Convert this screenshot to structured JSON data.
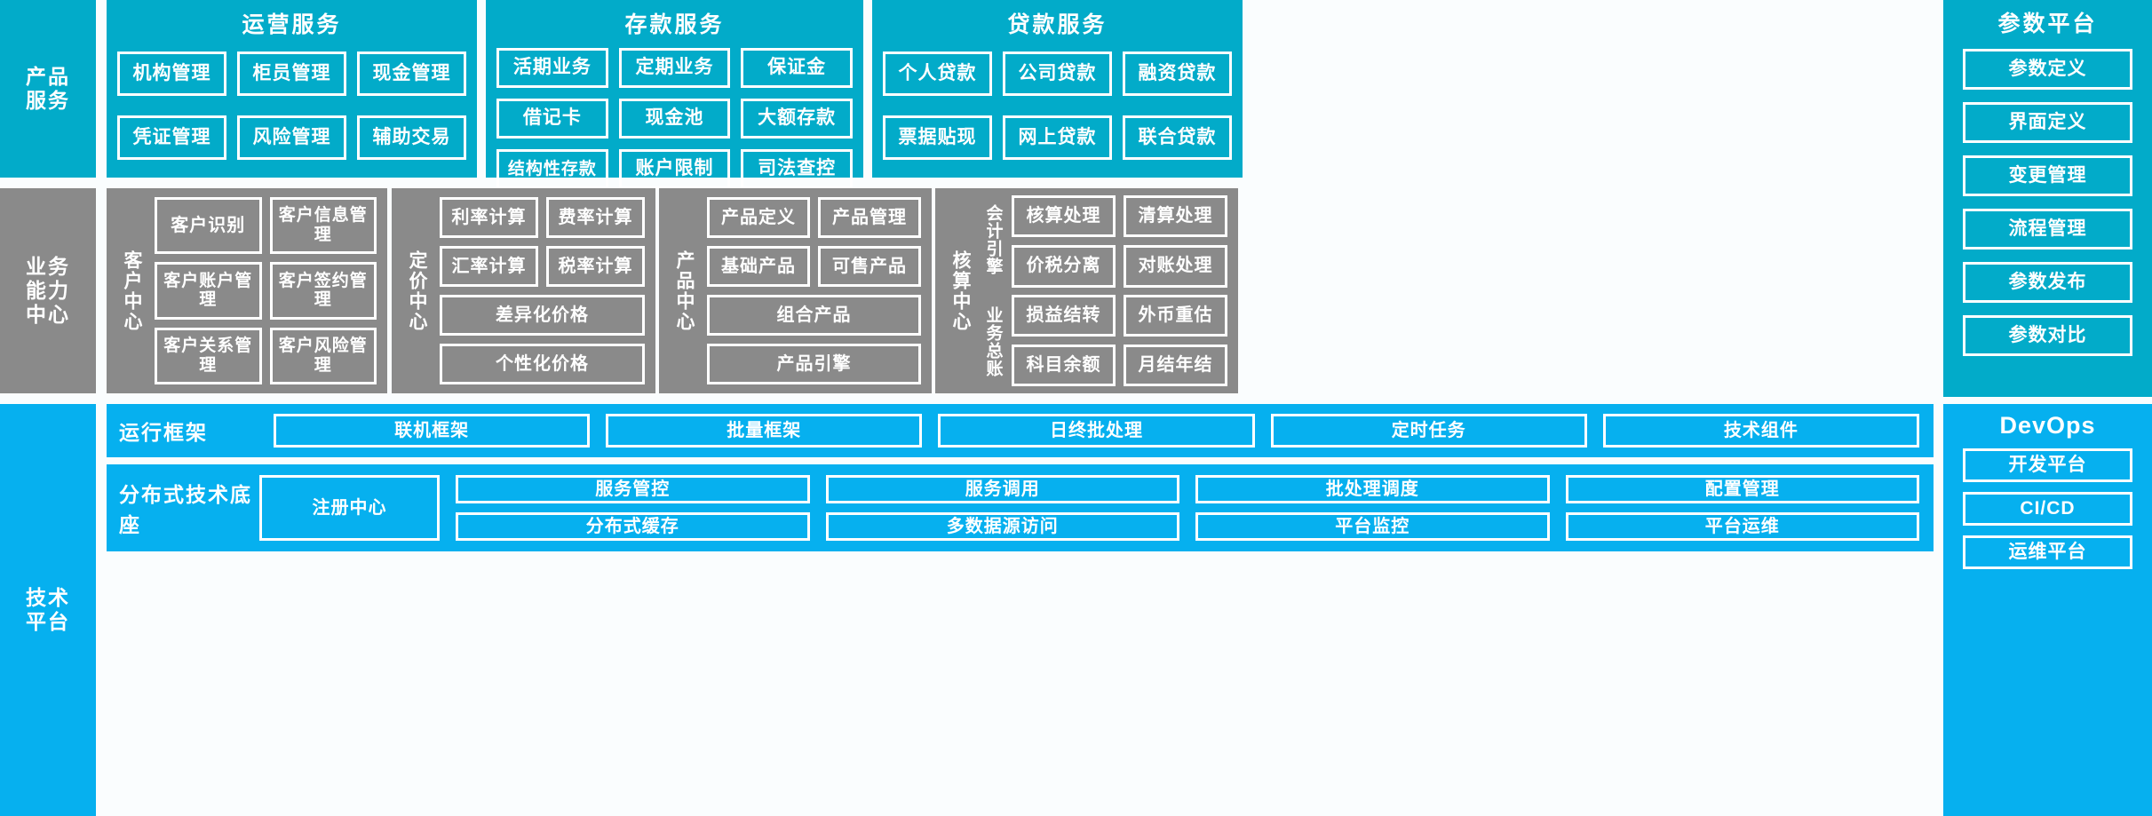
{
  "colors": {
    "teal": "#02abc9",
    "gray": "#8a8a8a",
    "bright_blue": "#06b0ef",
    "tile_border": "#ffffff",
    "text": "#ffffff",
    "page_background": "#fafdfe"
  },
  "rows": {
    "product_services": {
      "side_label_lines": [
        "产品",
        "服务"
      ],
      "panels": [
        {
          "title": "运营服务",
          "tiles": [
            "机构管理",
            "柜员管理",
            "现金管理",
            "凭证管理",
            "风险管理",
            "辅助交易"
          ]
        },
        {
          "title": "存款服务",
          "tiles": [
            "活期业务",
            "定期业务",
            "保证金",
            "借记卡",
            "现金池",
            "大额存款",
            "结构性存款",
            "账户限制",
            "司法查控"
          ]
        },
        {
          "title": "贷款服务",
          "tiles": [
            "个人贷款",
            "公司贷款",
            "融资贷款",
            "票据贴现",
            "网上贷款",
            "联合贷款"
          ]
        }
      ],
      "param_platform": {
        "title": "参数平台",
        "tiles": [
          "参数定义",
          "界面定义",
          "变更管理",
          "流程管理",
          "参数发布",
          "参数对比"
        ]
      }
    },
    "business_capability": {
      "side_label_lines": [
        "业务",
        "能力",
        "中心"
      ],
      "centers": [
        {
          "label": "客户中心",
          "tiles": [
            "客户识别",
            "客户信息管理",
            "客户账户管理",
            "客户签约管理",
            "客户关系管理",
            "客户风险管理"
          ]
        },
        {
          "label": "定价中心",
          "tiles": [
            "利率计算",
            "费率计算",
            "汇率计算",
            "税率计算"
          ],
          "wide_tiles": [
            "差异化价格",
            "个性化价格"
          ]
        },
        {
          "label": "产品中心",
          "tiles": [
            "产品定义",
            "产品管理",
            "基础产品",
            "可售产品"
          ],
          "wide_tiles": [
            "组合产品",
            "产品引擎"
          ]
        },
        {
          "label": "核算中心",
          "subgroups": [
            {
              "label": "会计引擎",
              "tiles": [
                "核算处理",
                "清算处理",
                "价税分离",
                "对账处理"
              ]
            },
            {
              "label": "业务总账",
              "tiles": [
                "损益结转",
                "外币重估",
                "科目余额",
                "月结年结"
              ]
            }
          ]
        }
      ]
    },
    "technical_platform": {
      "side_label_lines": [
        "技术",
        "平台"
      ],
      "bands": [
        {
          "label": "运行框架",
          "tiles": [
            "联机框架",
            "批量框架",
            "日终批处理",
            "定时任务",
            "技术组件"
          ]
        },
        {
          "label": "分布式技术底座",
          "registry_tile": "注册中心",
          "tiles": [
            "服务管控",
            "服务调用",
            "批处理调度",
            "配置管理",
            "分布式缓存",
            "多数据源访问",
            "平台监控",
            "平台运维"
          ]
        }
      ],
      "devops": {
        "title": "DevOps",
        "tiles": [
          "开发平台",
          "CI/CD",
          "运维平台"
        ]
      }
    }
  }
}
